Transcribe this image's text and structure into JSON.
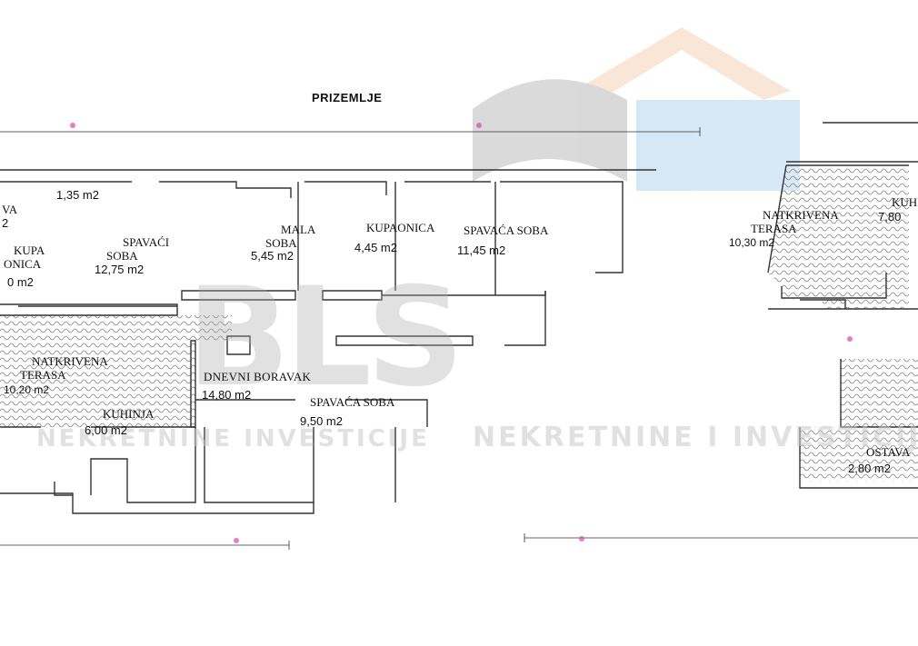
{
  "plan_title": "PRIZEMLJE",
  "watermark": {
    "letters": "BLS",
    "text_left": "NEKRETNINE INVESTICIJE",
    "text_right": "NEKRETNINE I INVESTICIJE"
  },
  "rooms": {
    "hall": {
      "area": "1,35 m2"
    },
    "bedroom_left": {
      "name_1": "SPAVAĆI",
      "name_2": "SOBA",
      "area": "12,75 m2"
    },
    "bathroom_left": {
      "name_1": "KUPA",
      "name_2": "ONICA",
      "area": "0 m2"
    },
    "edge_va": {
      "name": "VA",
      "area": "2"
    },
    "small_room": {
      "name_1": "MALA",
      "name_2": "SOBA",
      "area": "5,45 m2"
    },
    "bathroom_mid": {
      "name": "KUPAONICA",
      "area": "4,45 m2"
    },
    "bedroom_mid": {
      "name": "SPAVAĆA SOBA",
      "area": "11,45 m2"
    },
    "terrace_left": {
      "name_1": "NATKRIVENA",
      "name_2": "TERASA",
      "area": "10,20 m2"
    },
    "living": {
      "name": "DNEVNI BORAVAK",
      "area": "14,80 m2"
    },
    "bedroom_low": {
      "name": "SPAVAĆA SOBA",
      "area": "9,50 m2"
    },
    "kitchen_left": {
      "name": "KUHINJA",
      "area": "6,00 m2"
    },
    "terrace_right": {
      "name_1": "NATKRIVENA",
      "name_2": "TERASA",
      "area": "10,30 m2"
    },
    "kitchen_right": {
      "name": "KUH",
      "area": "7,80"
    },
    "storage": {
      "name": "OSTAVA",
      "area": "2,80 m2"
    }
  },
  "colors": {
    "wall": "#333333",
    "hatch": "#888888",
    "dim": "#555555",
    "marker": "#d04bb0"
  }
}
